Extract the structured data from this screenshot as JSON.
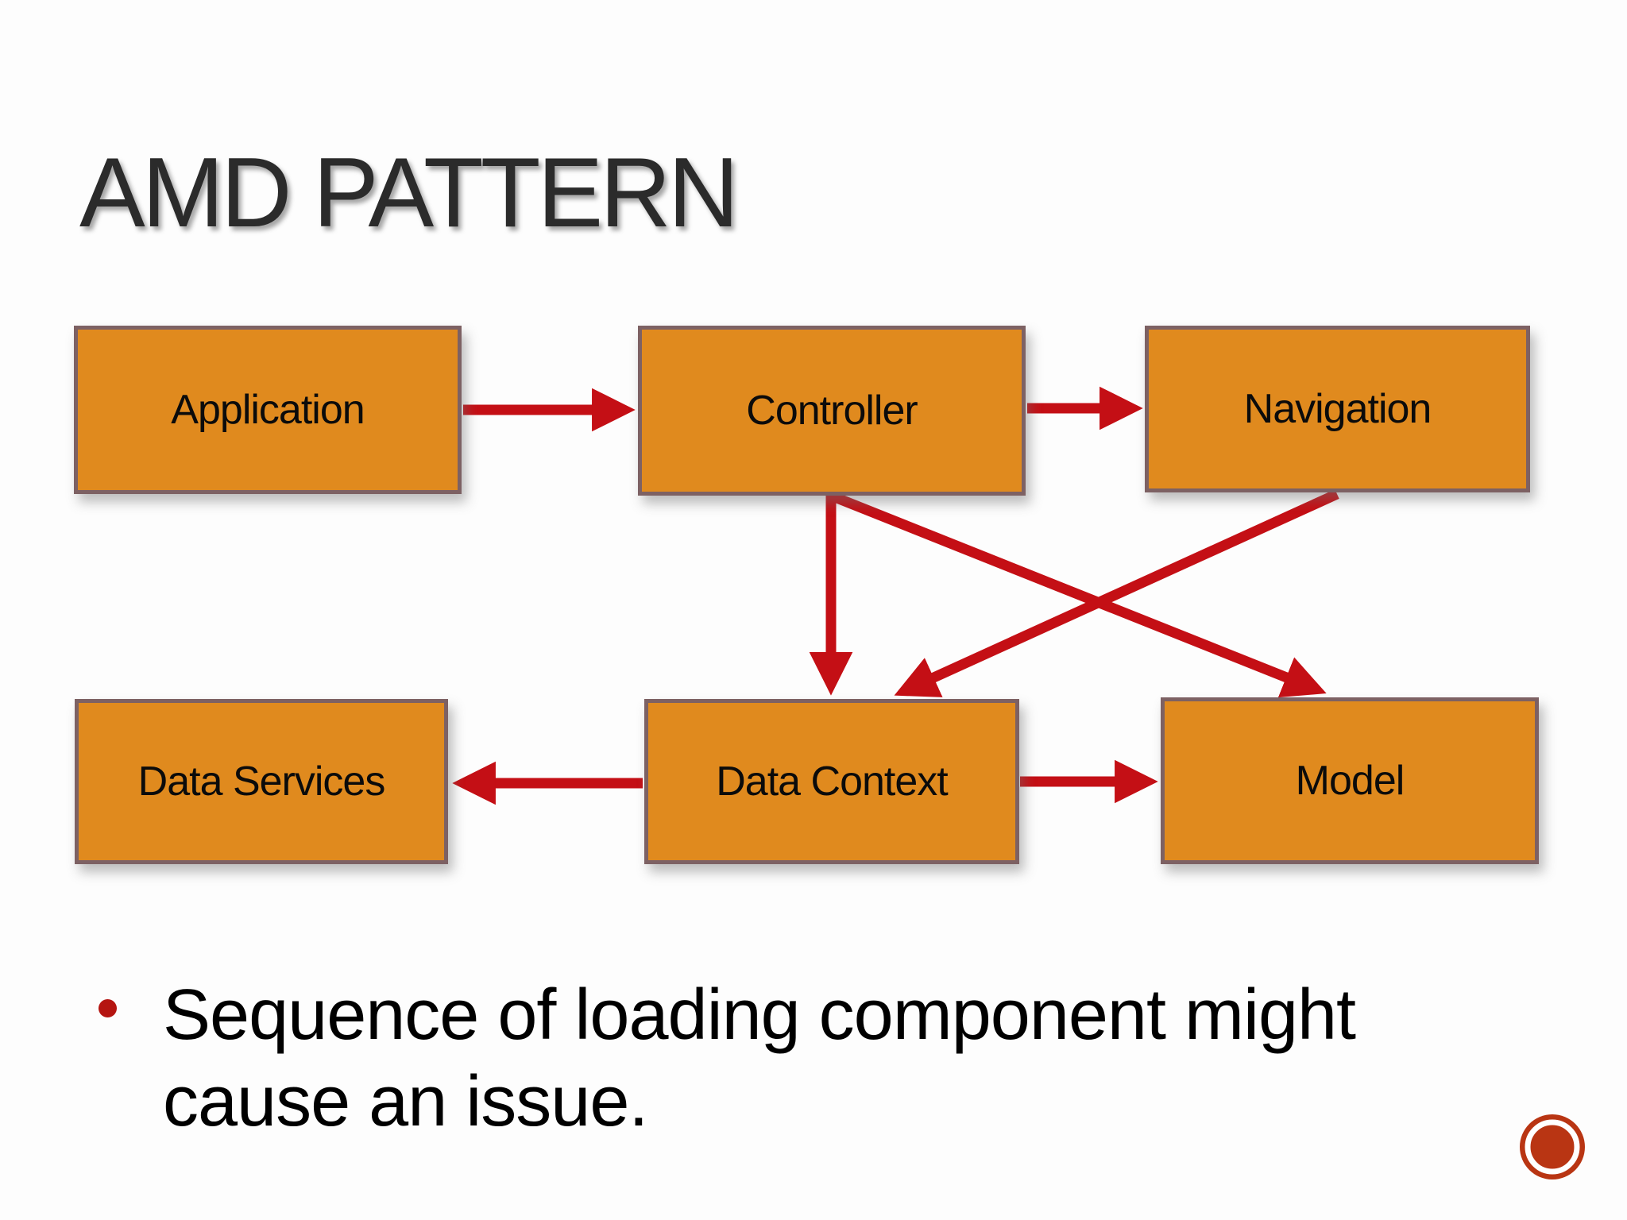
{
  "slide": {
    "title": "AMD PATTERN",
    "bullet": {
      "marker": "red-dot",
      "text": "Sequence of loading component might cause an issue."
    }
  },
  "diagram": {
    "nodes": [
      {
        "id": "application",
        "label": "Application"
      },
      {
        "id": "controller",
        "label": "Controller"
      },
      {
        "id": "navigation",
        "label": "Navigation"
      },
      {
        "id": "data_services",
        "label": "Data Services"
      },
      {
        "id": "data_context",
        "label": "Data Context"
      },
      {
        "id": "model",
        "label": "Model"
      }
    ],
    "edges": [
      {
        "from": "application",
        "to": "controller"
      },
      {
        "from": "controller",
        "to": "navigation"
      },
      {
        "from": "controller",
        "to": "data_context"
      },
      {
        "from": "controller",
        "to": "model"
      },
      {
        "from": "navigation",
        "to": "data_context"
      },
      {
        "from": "data_context",
        "to": "data_services"
      },
      {
        "from": "data_context",
        "to": "model"
      }
    ]
  },
  "colors": {
    "node_fill": "#E08A1E",
    "node_border": "#7D6163",
    "arrow": "#C40F15",
    "bullet_marker": "#B51511",
    "decoration_circle": "#B93513",
    "title_text": "#2B2B2B",
    "node_text": "#0B0B0B",
    "background": "#FDFDFD"
  }
}
